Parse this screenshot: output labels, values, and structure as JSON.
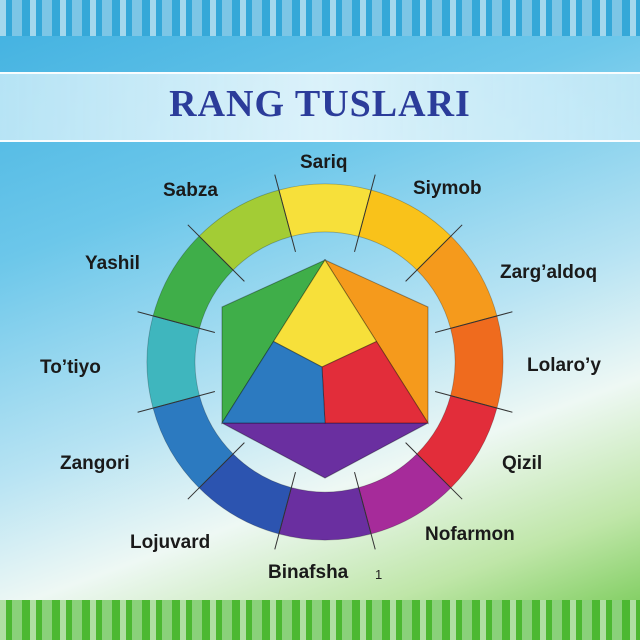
{
  "title": "RANG TUSLARI",
  "labels": {
    "sariq": "Sariq",
    "siymob": "Siymob",
    "zargaldoq": "Zarg’aldoq",
    "lolaroy": "Lolaro’y",
    "qizil": "Qizil",
    "nofarmon": "Nofarmon",
    "binafsha": "Binafsha",
    "lojuvard": "Lojuvard",
    "zangori": "Zangori",
    "totiyo": "To’tiyo",
    "yashil": "Yashil",
    "sabza": "Sabza"
  },
  "page_mark": "1",
  "colors": {
    "ring": [
      "#f7e03a",
      "#f9c21a",
      "#f59a1c",
      "#ef6b1e",
      "#e22d3a",
      "#a62b9a",
      "#6a2fa0",
      "#2c54b0",
      "#2c7ac0",
      "#3fb6be",
      "#3fae49",
      "#a3cc35"
    ],
    "triangle": {
      "yellow": "#f7e03a",
      "red": "#e22d3a",
      "blue": "#2c7ac0"
    },
    "hex_outer": {
      "orange": "#f59a1c",
      "purple": "#6a2fa0",
      "green": "#3fae49"
    }
  }
}
